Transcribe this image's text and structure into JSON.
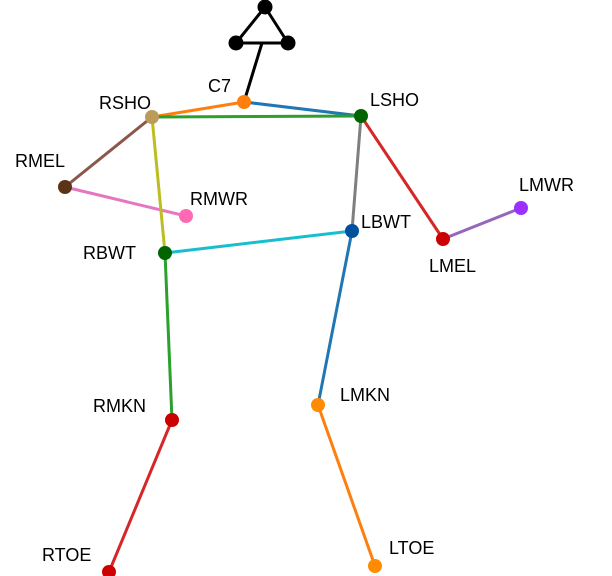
{
  "joints": [
    {
      "id": "HEAD_TOP",
      "label": "",
      "color": "#000000"
    },
    {
      "id": "HEAD_L",
      "label": "",
      "color": "#000000"
    },
    {
      "id": "HEAD_R",
      "label": "",
      "color": "#000000"
    },
    {
      "id": "C7",
      "label": "C7",
      "color": "#ff7f0e"
    },
    {
      "id": "RSHO",
      "label": "RSHO",
      "color": "#bc9a5a"
    },
    {
      "id": "LSHO",
      "label": "LSHO",
      "color": "#006400"
    },
    {
      "id": "RMEL",
      "label": "RMEL",
      "color": "#5c3317"
    },
    {
      "id": "RMWR",
      "label": "RMWR",
      "color": "#ff69b4"
    },
    {
      "id": "LMEL",
      "label": "LMEL",
      "color": "#cc0000"
    },
    {
      "id": "LMWR",
      "label": "LMWR",
      "color": "#9b30ff"
    },
    {
      "id": "RBWT",
      "label": "RBWT",
      "color": "#006400"
    },
    {
      "id": "LBWT",
      "label": "LBWT",
      "color": "#0050a0"
    },
    {
      "id": "RMKN",
      "label": "RMKN",
      "color": "#cc0000"
    },
    {
      "id": "LMKN",
      "label": "LMKN",
      "color": "#ff8c00"
    },
    {
      "id": "RTOE",
      "label": "RTOE",
      "color": "#cc0000"
    },
    {
      "id": "LTOE",
      "label": "LTOE",
      "color": "#ff8c00"
    }
  ],
  "bones": [
    {
      "from": "HEAD_TOP",
      "to": "HEAD_L",
      "color": "#000000"
    },
    {
      "from": "HEAD_TOP",
      "to": "HEAD_R",
      "color": "#000000"
    },
    {
      "from": "HEAD_L",
      "to": "HEAD_R",
      "color": "#000000"
    },
    {
      "from": "C7",
      "to": "HEAD_MID",
      "color": "#000000"
    },
    {
      "from": "C7",
      "to": "RSHO",
      "color": "#ff7f0e"
    },
    {
      "from": "C7",
      "to": "LSHO",
      "color": "#1f77b4"
    },
    {
      "from": "RSHO",
      "to": "LSHO",
      "color": "#2ca02c"
    },
    {
      "from": "RSHO",
      "to": "RMEL",
      "color": "#8c564b"
    },
    {
      "from": "RMEL",
      "to": "RMWR",
      "color": "#e377c2"
    },
    {
      "from": "RSHO",
      "to": "RBWT",
      "color": "#bcbd22"
    },
    {
      "from": "LSHO",
      "to": "LMEL",
      "color": "#d62728"
    },
    {
      "from": "LMEL",
      "to": "LMWR",
      "color": "#9467bd"
    },
    {
      "from": "LSHO",
      "to": "LBWT",
      "color": "#7f7f7f"
    },
    {
      "from": "RBWT",
      "to": "LBWT",
      "color": "#17becf"
    },
    {
      "from": "RBWT",
      "to": "RMKN",
      "color": "#2ca02c"
    },
    {
      "from": "RMKN",
      "to": "RTOE",
      "color": "#d62728"
    },
    {
      "from": "LBWT",
      "to": "LMKN",
      "color": "#1f77b4"
    },
    {
      "from": "LMKN",
      "to": "LTOE",
      "color": "#ff7f0e"
    }
  ]
}
